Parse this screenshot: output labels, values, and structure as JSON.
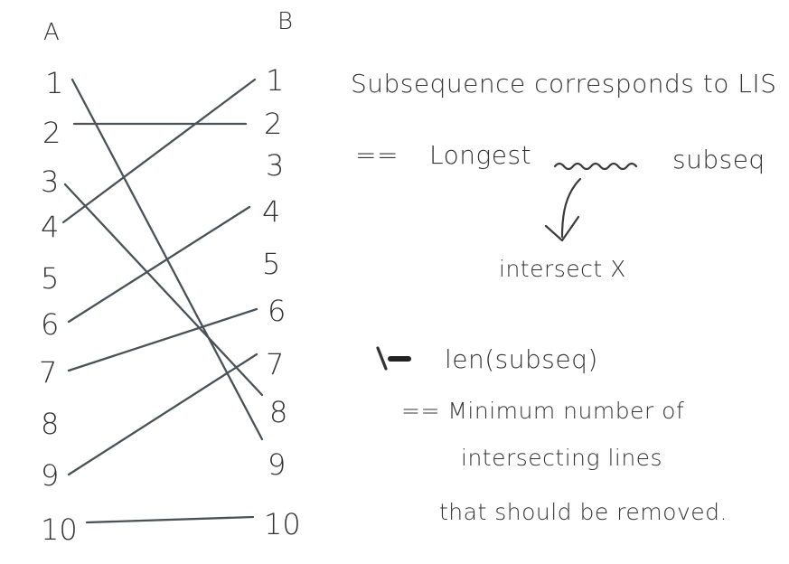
{
  "diagram": {
    "column_a": {
      "label": "A",
      "items": [
        "1",
        "2",
        "3",
        "4",
        "5",
        "6",
        "7",
        "8",
        "9",
        "10"
      ]
    },
    "column_b": {
      "label": "B",
      "items": [
        "1",
        "2",
        "3",
        "4",
        "5",
        "6",
        "7",
        "8",
        "9",
        "10"
      ]
    },
    "connections": [
      {
        "from": "1",
        "to": "9"
      },
      {
        "from": "2",
        "to": "2"
      },
      {
        "from": "3",
        "to": "8"
      },
      {
        "from": "4",
        "to": "1"
      },
      {
        "from": "6",
        "to": "4"
      },
      {
        "from": "7",
        "to": "6"
      },
      {
        "from": "9",
        "to": "7"
      },
      {
        "from": "10",
        "to": "10"
      }
    ]
  },
  "notes": {
    "line1": "Subsequence corresponds to LIS",
    "line2_prefix": "==",
    "line2_word": "Longest",
    "line2_suffix": "subseq",
    "intersect_label": "intersect X",
    "line3": "len(subseq)",
    "line4": "== Minimum number of",
    "line5": "intersecting lines",
    "line6": "that should be removed."
  }
}
